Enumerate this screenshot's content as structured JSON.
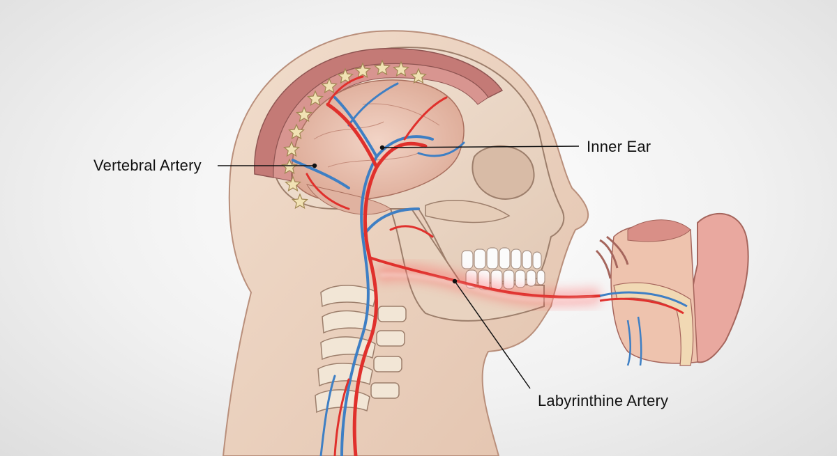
{
  "labels": {
    "vertebral_artery": "Vertebral Artery",
    "inner_ear": "Inner Ear",
    "labyrinthine_artery": "Labyrinthine Artery"
  },
  "colors": {
    "background": "#f1f1f1",
    "skin": "#ecd3c0",
    "skin_outline": "#b98f7b",
    "bone": "#efdccb",
    "bone_outline": "#9c7e6b",
    "brain": "#e9c3b3",
    "muscle": "#c8787a",
    "artery": "#e0302c",
    "vein": "#3e7fc4",
    "vertebra": "#f1e2b4",
    "teeth": "#fbfbfb",
    "ear": "#e9a89f",
    "glow": "#ff4a4a",
    "leader_line": "#111111"
  }
}
